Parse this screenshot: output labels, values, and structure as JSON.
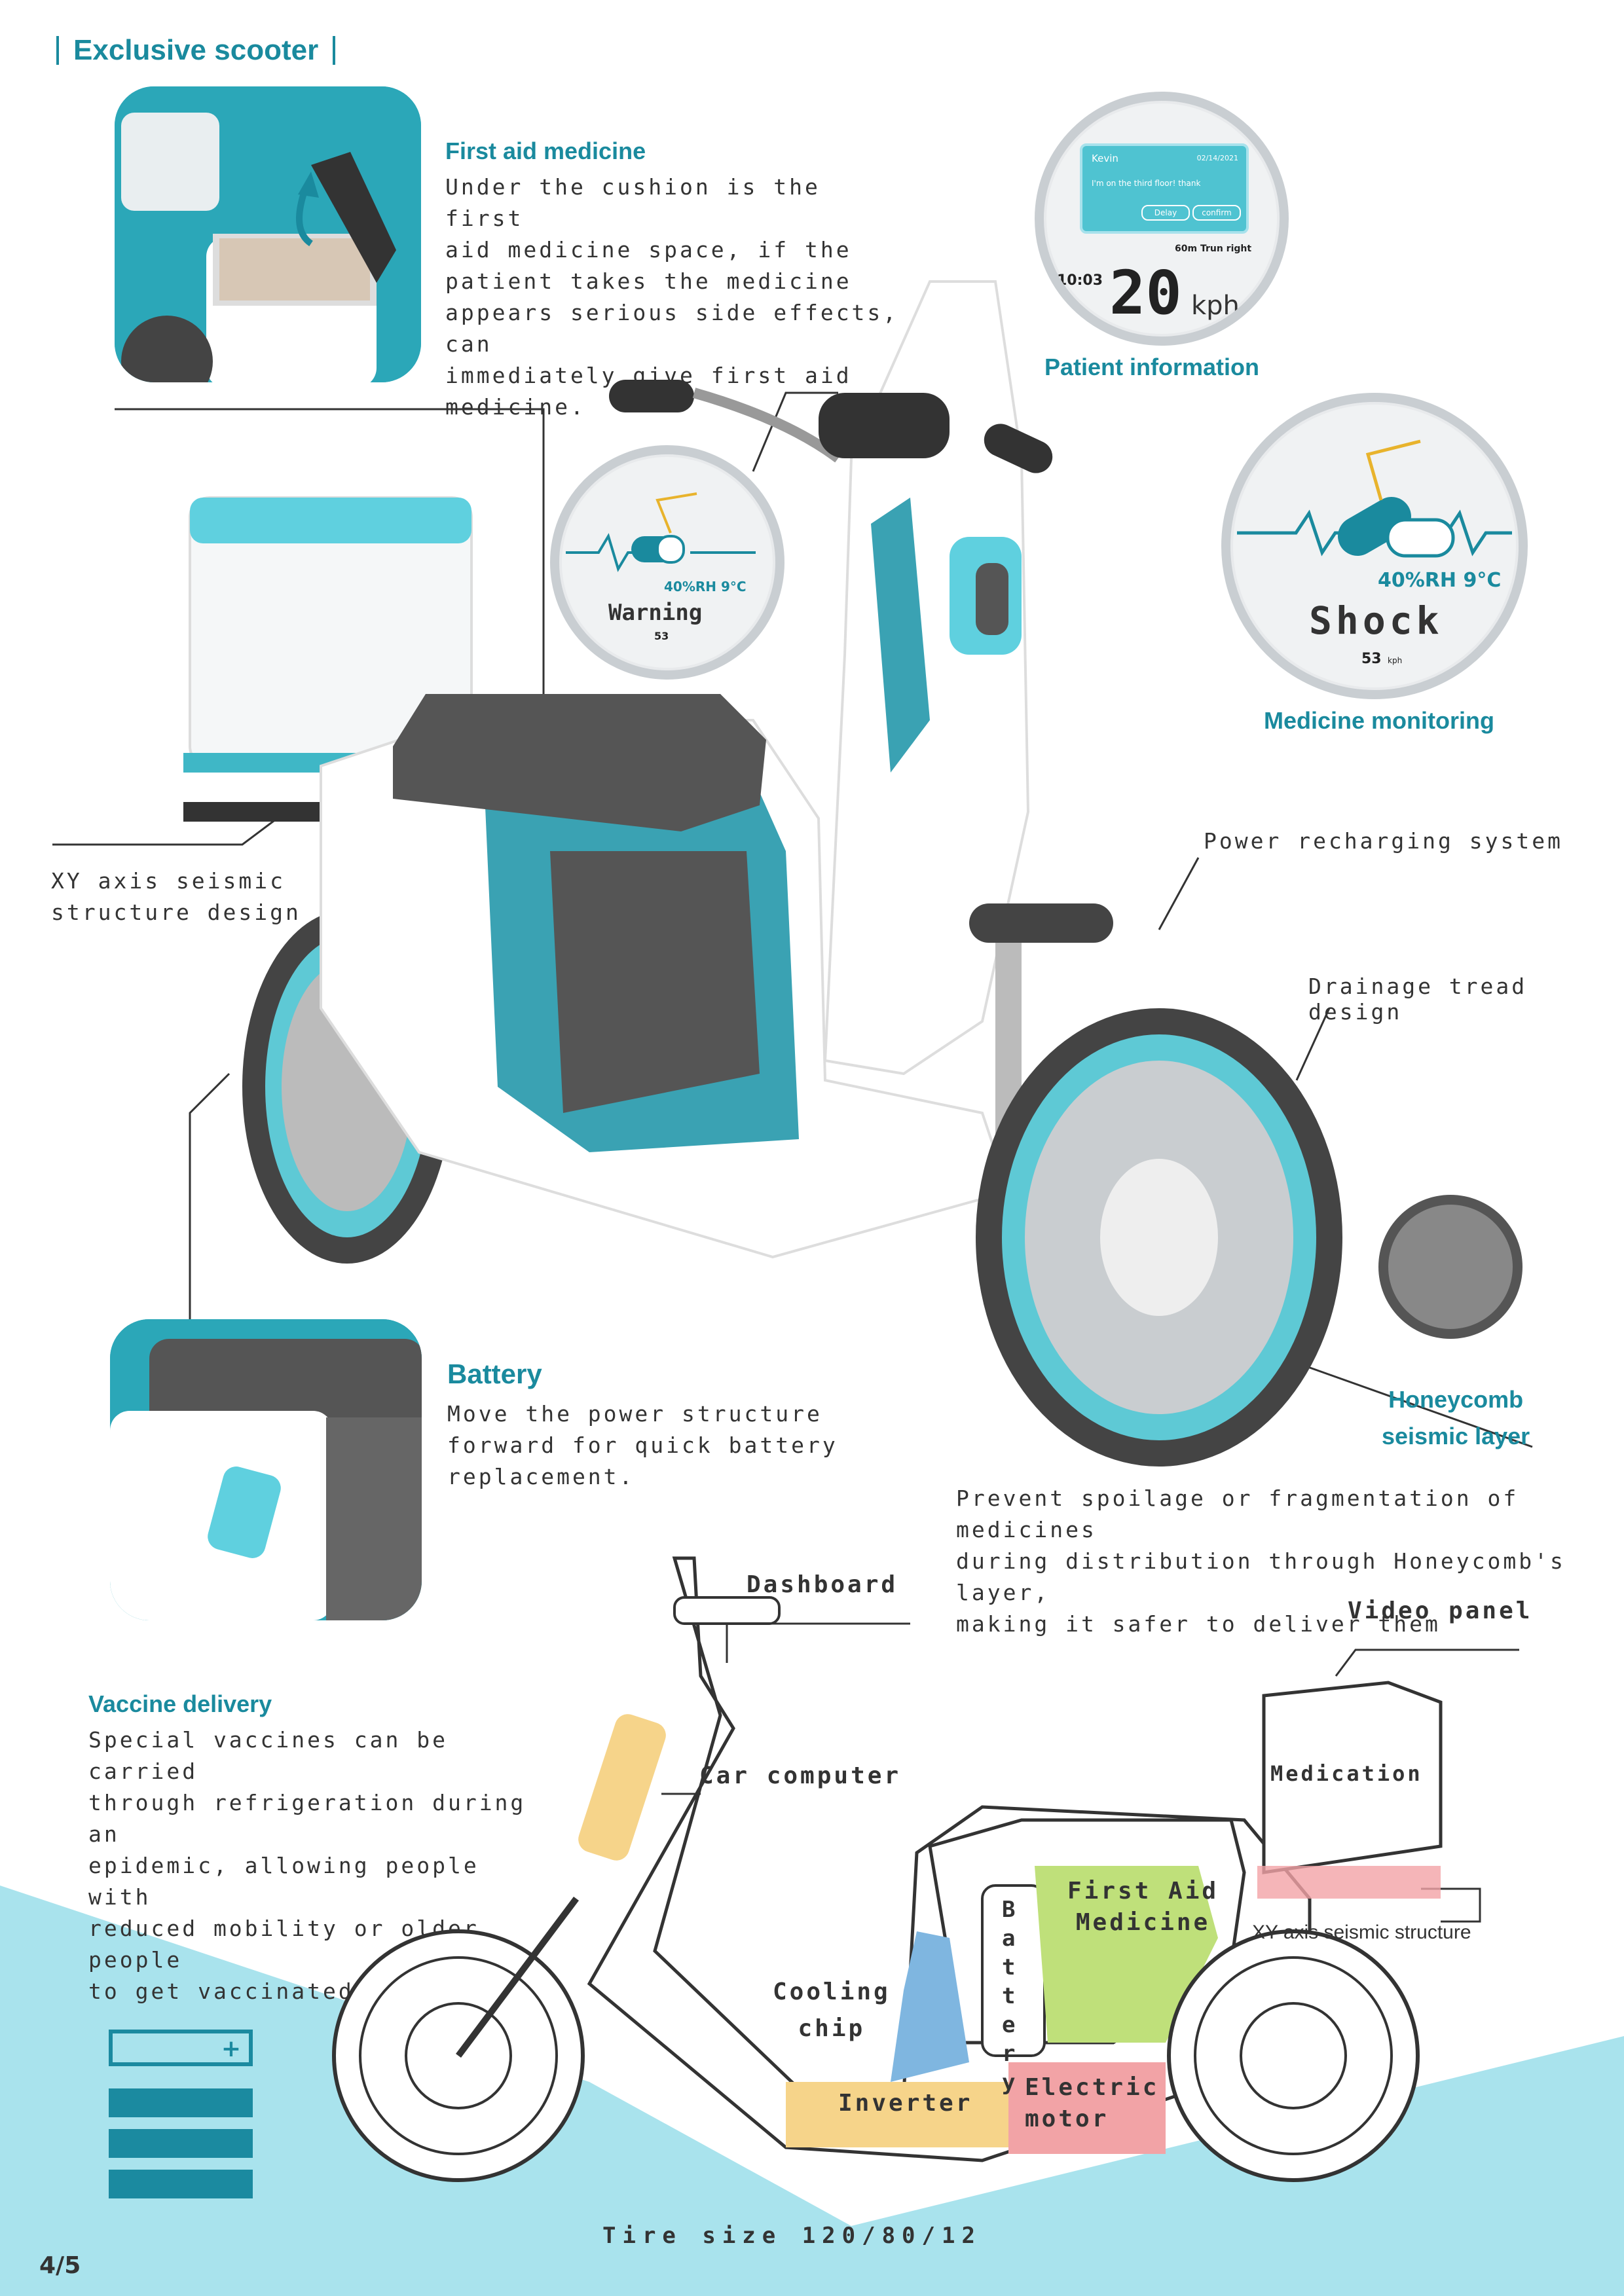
{
  "header": {
    "title": "Exclusive scooter"
  },
  "first_aid": {
    "title": "First aid medicine",
    "text": "Under the cushion is the first\naid medicine space, if the\npatient takes the medicine\nappears serious side effects, can\nimmediately give first aid\nmedicine."
  },
  "patient_info": {
    "caption": "Patient information",
    "screen_name": "Kevin",
    "screen_date": "02/14/2021",
    "screen_message": "I'm on the third floor! thank",
    "delay_label": "Delay",
    "confirm_label": "confirm",
    "nav_text": "60m Trun right",
    "time": "10:03",
    "speed": "20",
    "speed_unit": "kph"
  },
  "warning_dial": {
    "humidity": "40%RH 9°C",
    "status": "Warning",
    "speed": "53"
  },
  "medicine_monitoring": {
    "humidity": "40%RH 9°C",
    "status": "Shock",
    "speed": "53",
    "speed_unit": "kph",
    "caption": "Medicine monitoring"
  },
  "callouts": {
    "xy_axis": "XY axis seismic\nstructure design",
    "power": "Power recharging system",
    "drainage": "Drainage tread design",
    "honeycomb": "Honeycomb\nseismic layer"
  },
  "battery": {
    "title": "Battery",
    "text": "Move the power structure\nforward for quick battery\nreplacement."
  },
  "honeycomb_note": "Prevent spoilage or fragmentation of medicines\nduring distribution through Honeycomb's layer,\nmaking it safer to deliver them",
  "vaccine": {
    "title": "Vaccine delivery",
    "text": "Special vaccines can be carried\nthrough refrigeration during an\nepidemic, allowing people with\nreduced mobility or older people\nto get vaccinated at home."
  },
  "diagram": {
    "dashboard": "Dashboard",
    "video_panel": "Video panel",
    "car_computer": "Car computer",
    "medication": "Medication",
    "first_aid": "First Aid\nMedicine",
    "battery": "Battery",
    "xy_structure": "XY axis seismic structure",
    "cooling_chip": "Cooling\nchip",
    "inverter": "Inverter",
    "electric_motor": "Electric\nmotor",
    "tire_size": "Tire size 120/80/12"
  },
  "footer": {
    "page": "4/5"
  },
  "colors": {
    "teal": "#1a8a9e",
    "light_teal": "#4fc3d1",
    "bg_cyan": "#a8e2ec",
    "yellow": "#f6d48a",
    "green": "#bfe07a",
    "pink": "#f2a3a6",
    "blue": "#7fb6e0"
  }
}
